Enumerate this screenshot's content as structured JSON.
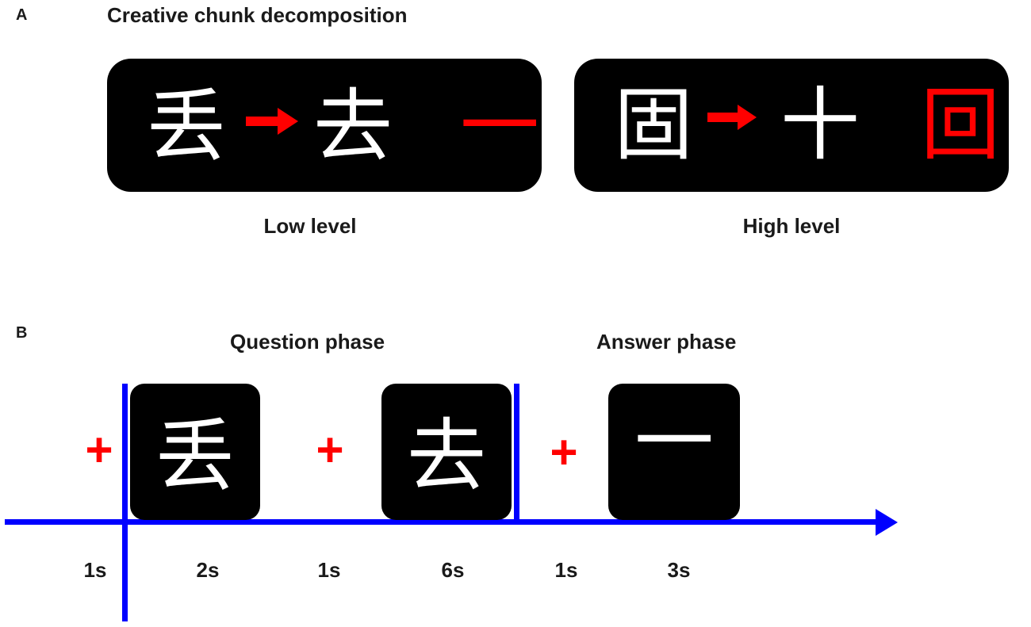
{
  "panel_a": {
    "letter": "A",
    "title": "Creative chunk decomposition",
    "examples": [
      {
        "level_label": "Low level",
        "source_char": "丢",
        "result_char": "去",
        "chunk_char": "一"
      },
      {
        "level_label": "High level",
        "source_char": "固",
        "result_char": "十",
        "chunk_char": "回"
      }
    ]
  },
  "panel_b": {
    "letter": "B",
    "question_phase": "Question phase",
    "answer_phase": "Answer phase",
    "fixation": "+",
    "stimuli": [
      "丢",
      "去",
      "一"
    ],
    "durations": [
      "1s",
      "2s",
      "1s",
      "6s",
      "1s",
      "3s"
    ]
  },
  "colors": {
    "box": "#000000",
    "character": "#ffffff",
    "highlight": "#ff0000",
    "timeline": "#0000ff"
  }
}
